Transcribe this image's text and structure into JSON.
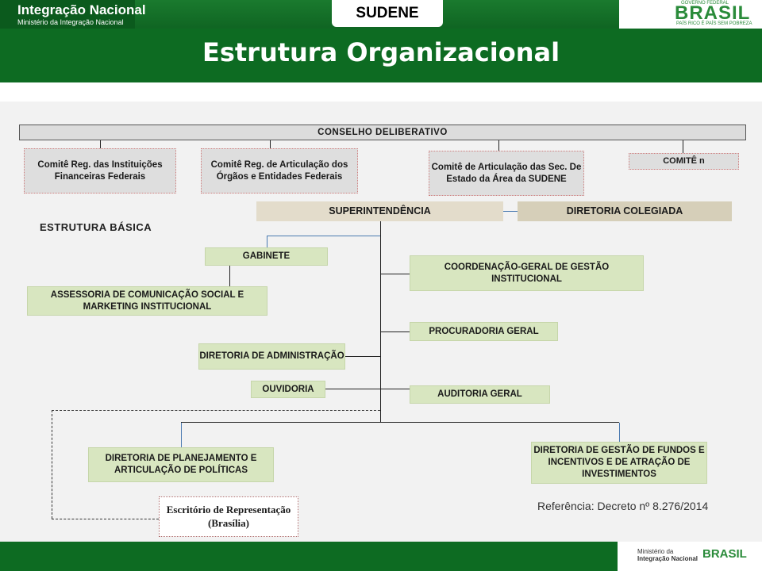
{
  "header": {
    "logo_title": "Integração Nacional",
    "logo_subtitle": "Ministério da Integração Nacional",
    "tab_label": "SUDENE",
    "brasil_gov": "GOVERNO FEDERAL",
    "brasil_word": "BRASIL",
    "brasil_slogan": "PAÍS RICO É PAÍS SEM POBREZA"
  },
  "title": "Estrutura Organizacional",
  "diagram": {
    "conselho": "CONSELHO DELIBERATIVO",
    "comites": [
      "Comitê Reg. das Instituições Financeiras Federais",
      "Comitê Reg. de Articulação dos Órgãos e Entidades Federais",
      "Comitê de Articulação das Sec. De Estado da Área da SUDENE",
      "COMITÊ n"
    ],
    "estrutura_basica": "ESTRUTURA BÁSICA",
    "superintendencia": "SUPERINTENDÊNCIA",
    "diretoria_colegiada": "DIRETORIA COLEGIADA",
    "gabinete": "GABINETE",
    "assessoria": "ASSESSORIA DE COMUNICAÇÃO SOCIAL E MARKETING INSTITUCIONAL",
    "coordenacao": "COORDENAÇÃO-GERAL DE GESTÃO INSTITUCIONAL",
    "procuradoria": "PROCURADORIA GERAL",
    "diretoria_administracao": "DIRETORIA DE ADMINISTRAÇÃO",
    "ouvidoria": "OUVIDORIA",
    "auditoria": "AUDITORIA GERAL",
    "diretoria_planejamento": "DIRETORIA DE PLANEJAMENTO E ARTICULAÇÃO DE POLÍTICAS",
    "diretoria_fundos": "DIRETORIA DE GESTÃO DE FUNDOS E INCENTIVOS E DE ATRAÇÃO DE INVESTIMENTOS",
    "escritorio": "Escritório de Representação (Brasília)"
  },
  "referencia": "Referência: Decreto nº 8.276/2014",
  "footer": {
    "ministerio_line1": "Ministério da",
    "ministerio_line2": "Integração Nacional",
    "brasil_word": "BRASIL"
  },
  "colors": {
    "header_green": "#0d6b22",
    "box_green": "#d8e6c0",
    "box_gray": "#dedede",
    "box_beige": "#e3dccb",
    "connector_blue": "#4a7ab0"
  }
}
